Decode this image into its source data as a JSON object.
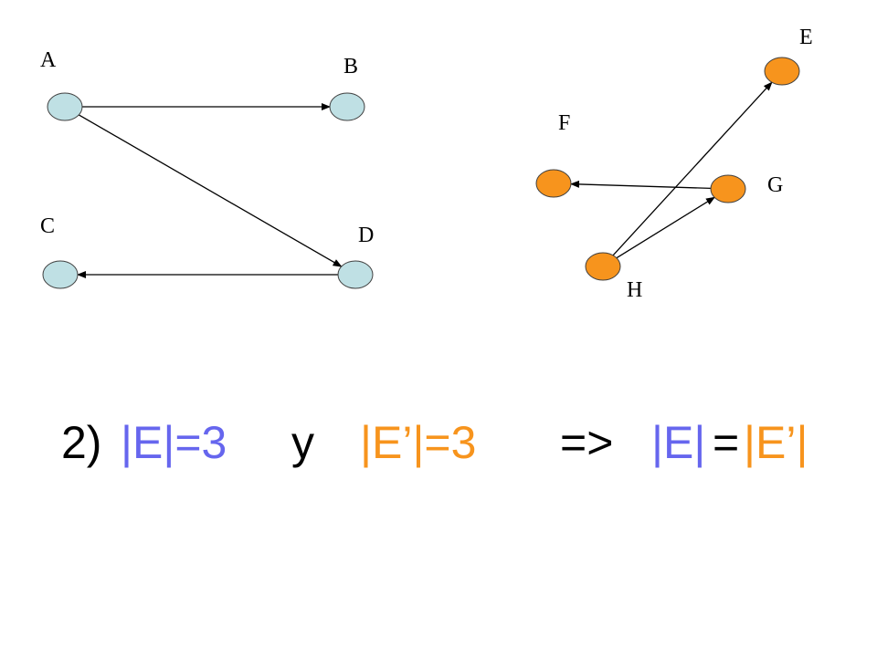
{
  "colors": {
    "graph1_fill": "#bfe0e4",
    "graph2_fill": "#f7941d",
    "formula_text": "#000000",
    "formula_blue": "#6666ee",
    "formula_orange": "#f7941d",
    "edge": "#000000"
  },
  "graph1": {
    "nodes": [
      {
        "id": "A",
        "label": "A"
      },
      {
        "id": "B",
        "label": "B"
      },
      {
        "id": "C",
        "label": "C"
      },
      {
        "id": "D",
        "label": "D"
      }
    ],
    "edges": [
      {
        "from": "A",
        "to": "B"
      },
      {
        "from": "A",
        "to": "D"
      },
      {
        "from": "D",
        "to": "C"
      }
    ]
  },
  "graph2": {
    "nodes": [
      {
        "id": "E",
        "label": "E"
      },
      {
        "id": "F",
        "label": "F"
      },
      {
        "id": "G",
        "label": "G"
      },
      {
        "id": "H",
        "label": "H"
      }
    ],
    "edges": [
      {
        "from": "H",
        "to": "E"
      },
      {
        "from": "H",
        "to": "G"
      },
      {
        "from": "G",
        "to": "F"
      }
    ]
  },
  "formula": {
    "prefix": "2)",
    "left": "|E|=3",
    "conj": "y",
    "right": "|E’|=3",
    "arrow": "=>",
    "eq_left": "|E|",
    "eq_op": "=",
    "eq_right": "|E’|"
  }
}
